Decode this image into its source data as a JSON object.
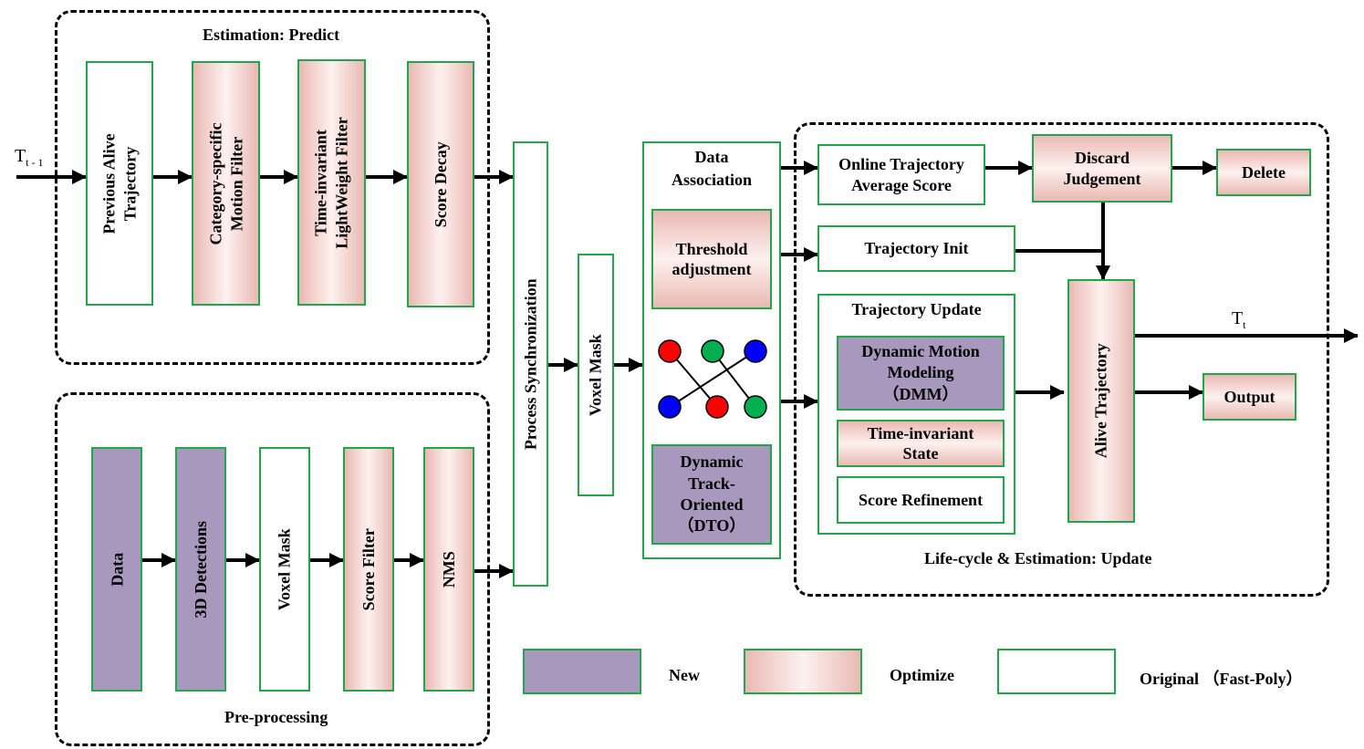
{
  "groups": {
    "predict": "Estimation: Predict",
    "preprocess": "Pre-processing",
    "update": "Life-cycle & Estimation: Update"
  },
  "io": {
    "input": "T",
    "input_sub": "t - 1",
    "output": "T",
    "output_sub": "t"
  },
  "predict": {
    "previous_alive": [
      "Previous Alive",
      "Trajectory"
    ],
    "motion_filter": [
      "Category-specific",
      "Motion Filter"
    ],
    "lightweight_filter": [
      "Time-invariant",
      "LightWeight Filter"
    ],
    "score_decay": "Score Decay"
  },
  "preprocess": {
    "data": "Data",
    "detections": "3D Detections",
    "voxel_mask": "Voxel Mask",
    "score_filter": "Score Filter",
    "nms": "NMS"
  },
  "process_sync": "Process Synchronization",
  "voxel_mask": "Voxel Mask",
  "association": {
    "title": [
      "Data",
      "Association"
    ],
    "threshold": [
      "Threshold",
      "adjustment"
    ],
    "dto": [
      "Dynamic",
      "Track-",
      "Oriented",
      "（DTO）"
    ],
    "node_colors": {
      "red": "#ff0000",
      "green": "#00b050",
      "blue": "#0000ff"
    }
  },
  "update": {
    "online_score": [
      "Online Trajectory",
      "Average Score"
    ],
    "discard": [
      "Discard",
      "Judgement"
    ],
    "delete": "Delete",
    "traj_init": "Trajectory Init",
    "traj_update": "Trajectory Update",
    "dmm": [
      "Dynamic Motion",
      "Modeling",
      "（DMM）"
    ],
    "time_invariant": [
      "Time-invariant",
      "State"
    ],
    "score_refinement": "Score Refinement",
    "alive": "Alive Trajectory",
    "output": "Output"
  },
  "legend": {
    "new": "New",
    "optimize": "Optimize",
    "original": "Original （Fast-Poly）"
  },
  "colors": {
    "border": "#1ea84a",
    "new": "#a898bd",
    "optimize": "#eab9b3",
    "original": "#ffffff"
  }
}
